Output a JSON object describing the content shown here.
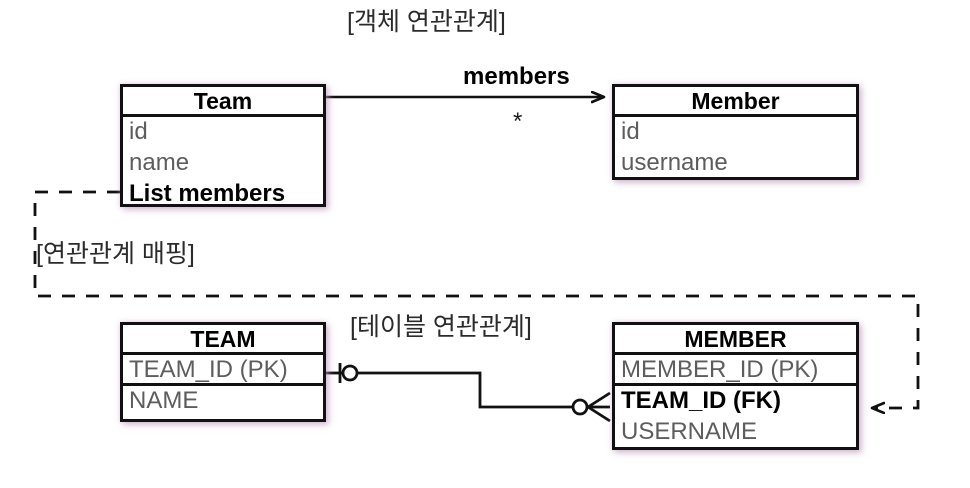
{
  "titles": {
    "object_layer": "[객체 연관관계]",
    "mapping": "[연관관계 매핑]",
    "table_layer": "[테이블 연관관계]"
  },
  "object_layer": {
    "team": {
      "name": "Team",
      "attributes": [
        {
          "text": "id",
          "emphasis": "normal"
        },
        {
          "text": "name",
          "emphasis": "normal"
        },
        {
          "text": "List members",
          "emphasis": "bold"
        }
      ]
    },
    "member": {
      "name": "Member",
      "attributes": [
        {
          "text": "id",
          "emphasis": "normal"
        },
        {
          "text": "username",
          "emphasis": "normal"
        }
      ]
    },
    "association": {
      "label": "members",
      "multiplicity": "*",
      "direction": "Team-to-Member"
    }
  },
  "table_layer": {
    "team_table": {
      "name": "TEAM",
      "columns": [
        {
          "text": "TEAM_ID (PK)",
          "emphasis": "normal"
        },
        {
          "text": "NAME",
          "emphasis": "normal"
        }
      ]
    },
    "member_table": {
      "name": "MEMBER",
      "columns": [
        {
          "text": "MEMBER_ID (PK)",
          "emphasis": "normal"
        },
        {
          "text": "TEAM_ID (FK)",
          "emphasis": "bold"
        },
        {
          "text": "USERNAME",
          "emphasis": "normal"
        }
      ]
    },
    "relationship": {
      "left_cardinality": "one-and-only-one",
      "right_cardinality": "zero-or-many"
    }
  },
  "colors": {
    "stroke": "#111111",
    "attribute_text": "#5d5d5d",
    "emphasis_text": "#000000",
    "title_text": "#2b2b2b",
    "box_shadow": "#be96b9",
    "background": "#ffffff"
  }
}
